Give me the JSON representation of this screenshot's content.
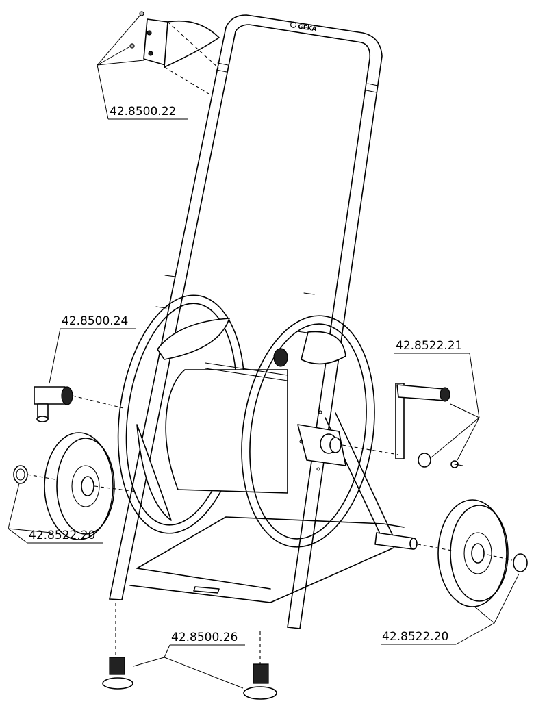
{
  "brand": {
    "logo_text": "GEKA"
  },
  "callouts": [
    {
      "id": "hose-guide",
      "part_number": "42.8500.22"
    },
    {
      "id": "inlet-connector",
      "part_number": "42.8500.24"
    },
    {
      "id": "crank-handle",
      "part_number": "42.8522.21"
    },
    {
      "id": "wheel-left",
      "part_number": "42.8522.20"
    },
    {
      "id": "feet",
      "part_number": "42.8500.26"
    },
    {
      "id": "wheel-right",
      "part_number": "42.8522.20"
    }
  ],
  "colors": {
    "line": "#000000",
    "background": "#ffffff"
  }
}
